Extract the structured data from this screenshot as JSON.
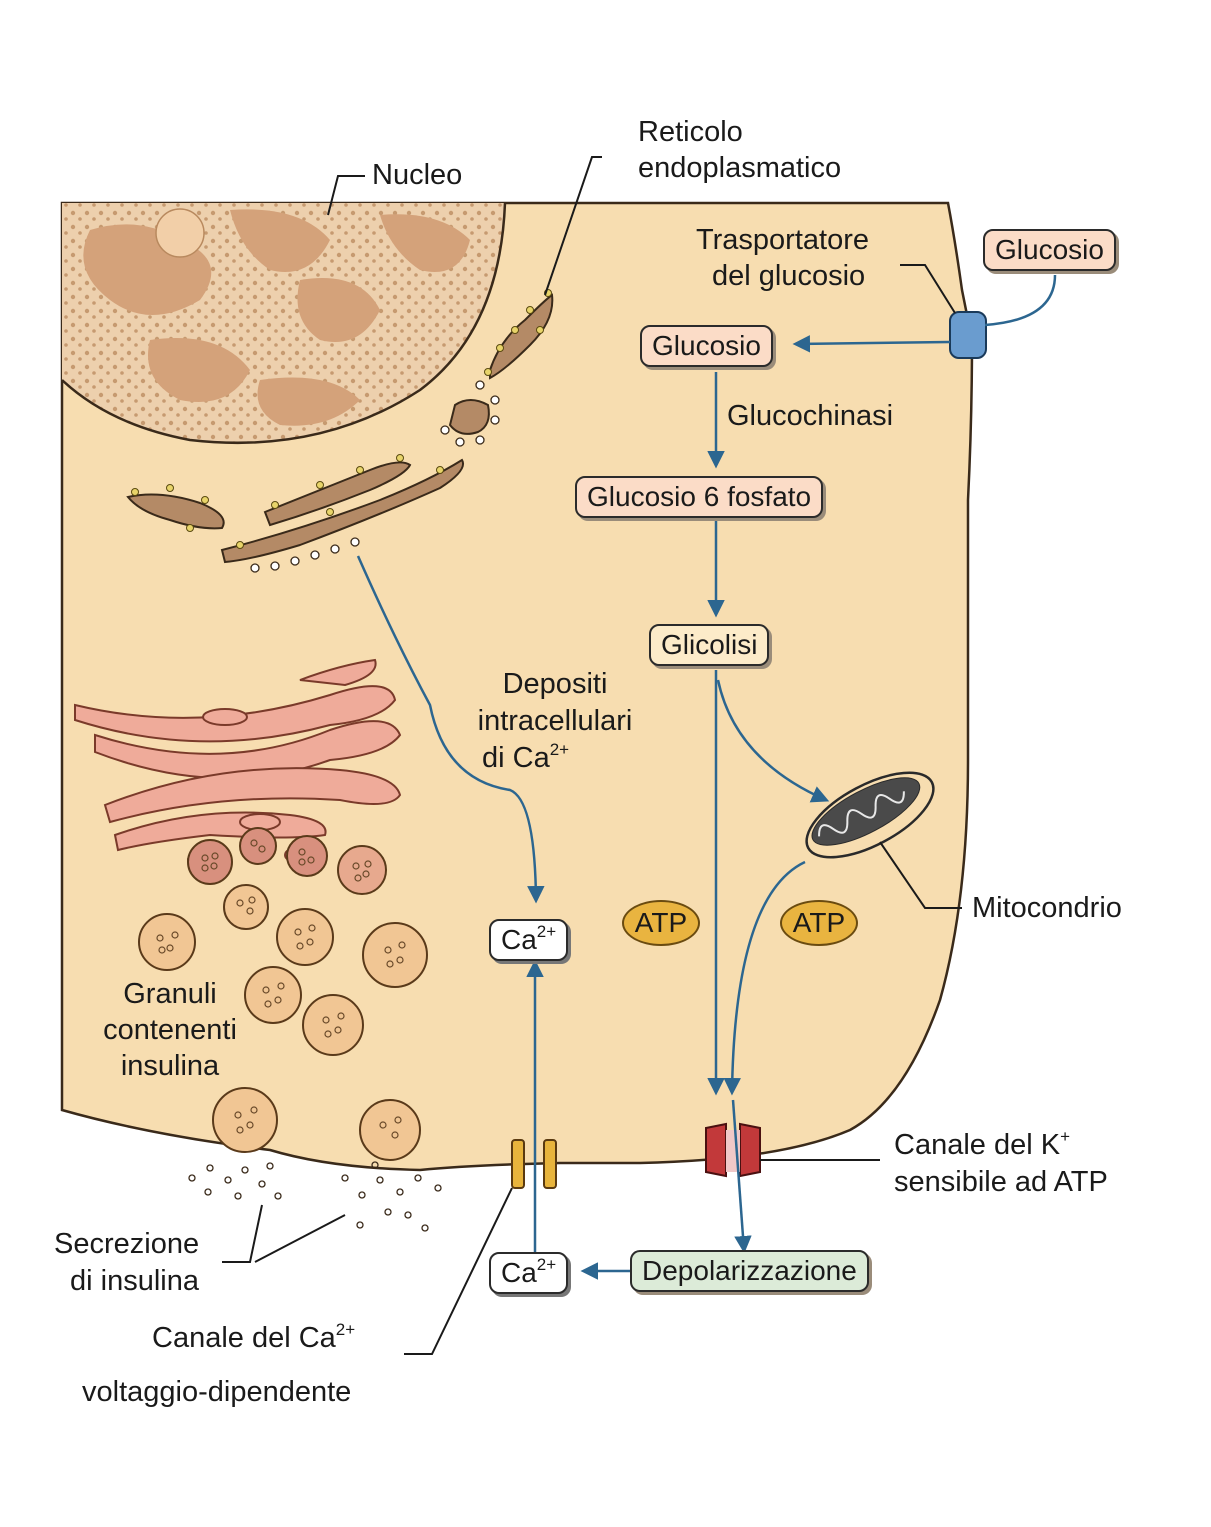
{
  "labels": {
    "nucleus": "Nucleo",
    "er_line1": "Reticolo",
    "er_line2": "endoplasmatico",
    "transporter_line1": "Trasportatore",
    "transporter_line2": "del glucosio",
    "glucokinase": "Glucochinasi",
    "ca_stores_line1": "Depositi",
    "ca_stores_line2": "intracellulari",
    "ca_stores_line3": "di Ca",
    "ca_stores_sup": "2+",
    "granules_line1": "Granuli",
    "granules_line2": "contenenti",
    "granules_line3": "insulina",
    "mitochondrion": "Mitocondrio",
    "k_channel_line1": "Canale del K",
    "k_channel_sup": "+",
    "k_channel_line2": "sensibile ad ATP",
    "secretion_line1": "Secrezione",
    "secretion_line2": "di insulina",
    "ca_channel_line1": "Canale del Ca",
    "ca_channel_sup": "2+",
    "ca_channel_line2": "voltaggio-dipendente"
  },
  "boxes": {
    "glucose_outside": "Glucosio",
    "glucose_inside": "Glucosio",
    "glucose6p": "Glucosio 6 fosfato",
    "glycolysis": "Glicolisi",
    "ca_upper": "Ca",
    "ca_upper_sup": "2+",
    "ca_lower": "Ca",
    "ca_lower_sup": "2+",
    "depolarization": "Depolarizzazione",
    "atp_left": "ATP",
    "atp_right": "ATP"
  },
  "colors": {
    "cytoplasm": "#f7ddb0",
    "nucleus": "#e8c39b",
    "chromatin": "#d4a27a",
    "arrow": "#2c6690",
    "golgi": "#efab9a",
    "granule": "#f1c694",
    "transporter": "#6a9ccf",
    "k_channel": "#c2393a",
    "ca_channel": "#e8b43c"
  }
}
